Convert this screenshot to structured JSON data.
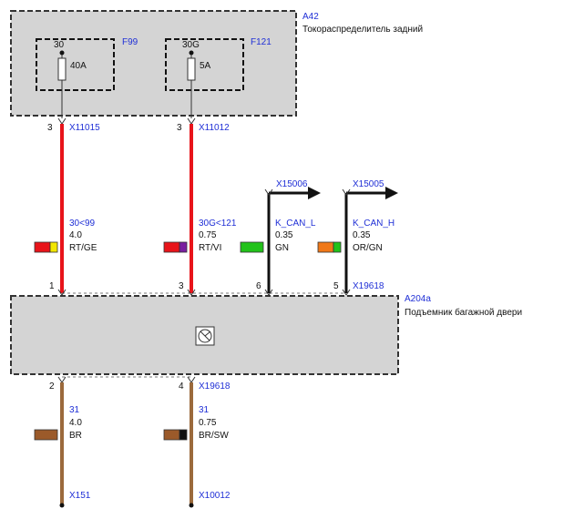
{
  "components": {
    "a42": {
      "code": "A42",
      "name": "Токораспределитель задний"
    },
    "a204a": {
      "code": "A204a",
      "name": "Подъемник багажной двери"
    },
    "fuse_f99": {
      "code": "F99",
      "terminal": "30",
      "rating": "40A"
    },
    "fuse_f121": {
      "code": "F121",
      "terminal": "30G",
      "rating": "5A"
    }
  },
  "pins": {
    "a42_left": "3",
    "a42_right": "3",
    "a204a_top_1": "1",
    "a204a_top_2": "3",
    "a204a_top_3": "6",
    "a204a_top_4": "5",
    "a204a_bot_1": "2",
    "a204a_bot_2": "4"
  },
  "connectors": {
    "x11015": "X11015",
    "x11012": "X11012",
    "x15006": "X15006",
    "x15005": "X15005",
    "x19618_top": "X19618",
    "x19618_bot": "X19618",
    "x151": "X151",
    "x10012": "X10012"
  },
  "wires": [
    {
      "signal": "30<99",
      "gauge": "4.0",
      "color_code": "RT/GE",
      "colors": [
        "#e8141a",
        "#f2e600"
      ]
    },
    {
      "signal": "30G<121",
      "gauge": "0.75",
      "color_code": "RT/VI",
      "colors": [
        "#e8141a",
        "#7a1fa0"
      ]
    },
    {
      "signal": "K_CAN_L",
      "gauge": "0.35",
      "color_code": "GN",
      "colors": [
        "#22c21a",
        "#22c21a"
      ]
    },
    {
      "signal": "K_CAN_H",
      "gauge": "0.35",
      "color_code": "OR/GN",
      "colors": [
        "#f07818",
        "#22c21a"
      ]
    },
    {
      "signal": "31",
      "gauge": "4.0",
      "color_code": "BR",
      "colors": [
        "#9b5a2a",
        "#9b5a2a"
      ]
    },
    {
      "signal": "31",
      "gauge": "0.75",
      "color_code": "BR/SW",
      "colors": [
        "#9b5a2a",
        "#111111"
      ]
    }
  ],
  "colors": {
    "wire_red": "#e8141a",
    "wire_brown": "#9b6a3c",
    "wire_black": "#111111",
    "box_fill": "#d4d4d4",
    "label_blue": "#1f2fd6"
  }
}
